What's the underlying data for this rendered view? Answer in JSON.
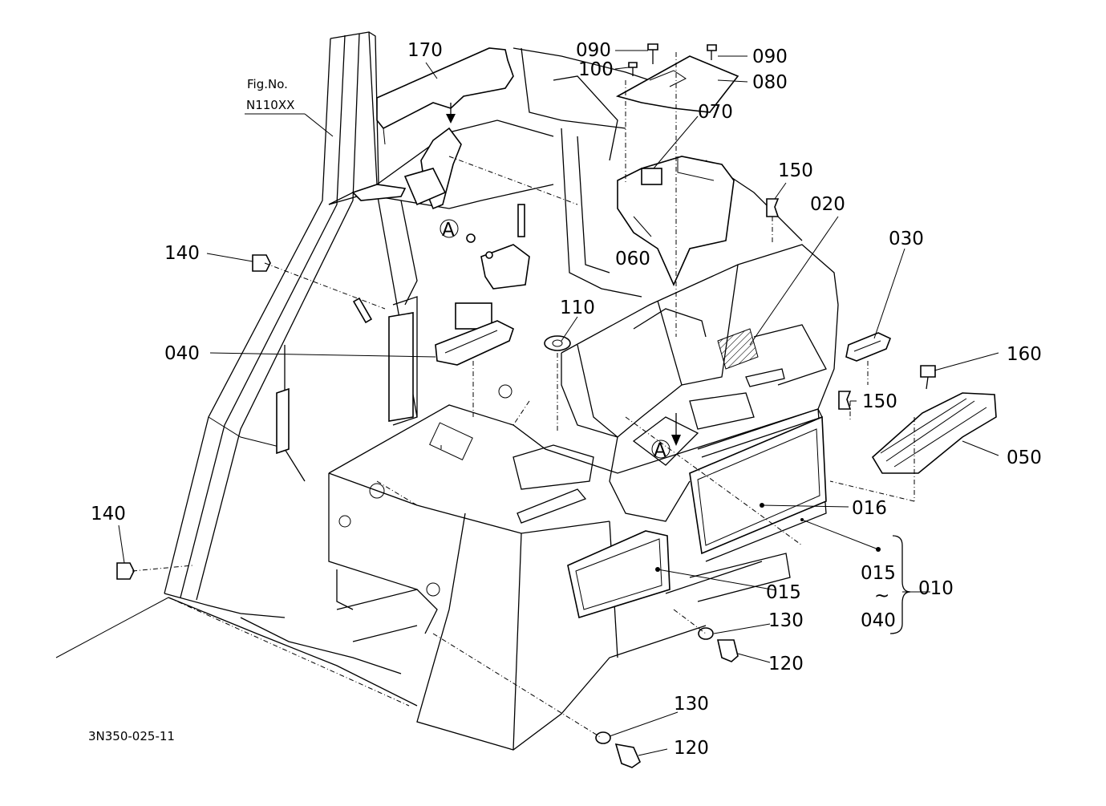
{
  "figure_ref": {
    "line1": "Fig.No.",
    "line2": "N110XX"
  },
  "drawing_number": "3N350-025-11",
  "callouts": {
    "c170": "170",
    "c090a": "090",
    "c090b": "090",
    "c100": "100",
    "c080": "080",
    "c070": "070",
    "c060": "060",
    "c150a": "150",
    "c150b": "150",
    "c020": "020",
    "c030": "030",
    "c160": "160",
    "c050": "050",
    "c140a": "140",
    "c140b": "140",
    "c040": "040",
    "c110": "110",
    "c016": "016",
    "c015a": "015",
    "c015b": "015",
    "c010": "010",
    "c040b": "040",
    "c130a": "130",
    "c130b": "130",
    "c120a": "120",
    "c120b": "120"
  },
  "range_tilde": "~",
  "view_markers": {
    "upper": "A",
    "lower": "A"
  }
}
